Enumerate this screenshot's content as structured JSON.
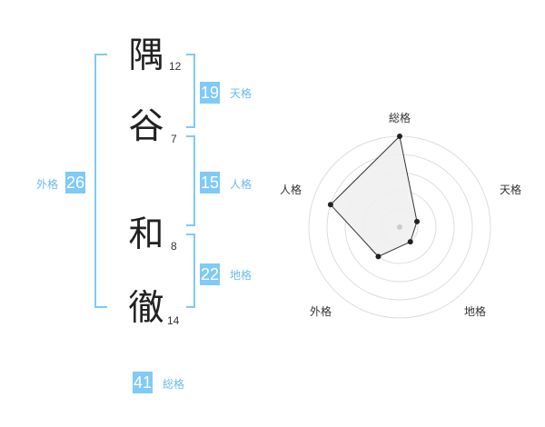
{
  "name_chars": [
    {
      "char": "隅",
      "strokes": "12"
    },
    {
      "char": "谷",
      "strokes": "7"
    },
    {
      "char": "和",
      "strokes": "8"
    },
    {
      "char": "徹",
      "strokes": "14"
    }
  ],
  "fortunes": {
    "tenkaku": {
      "value": "19",
      "label": "天格"
    },
    "jinkaku": {
      "value": "15",
      "label": "人格"
    },
    "chikaku": {
      "value": "22",
      "label": "地格"
    },
    "gaikaku": {
      "value": "26",
      "label": "外格"
    },
    "soukaku": {
      "value": "41",
      "label": "総格"
    }
  },
  "colors": {
    "accent": "#7fcaf6",
    "accent_text": "#6bbbe8",
    "radar_fill": "#efefef",
    "radar_grid": "#dddddd"
  },
  "chart_data": {
    "type": "radar",
    "axes": [
      "総格",
      "天格",
      "地格",
      "外格",
      "人格"
    ],
    "values": [
      5,
      1,
      1,
      2,
      4
    ],
    "max": 5,
    "rings": 5
  }
}
